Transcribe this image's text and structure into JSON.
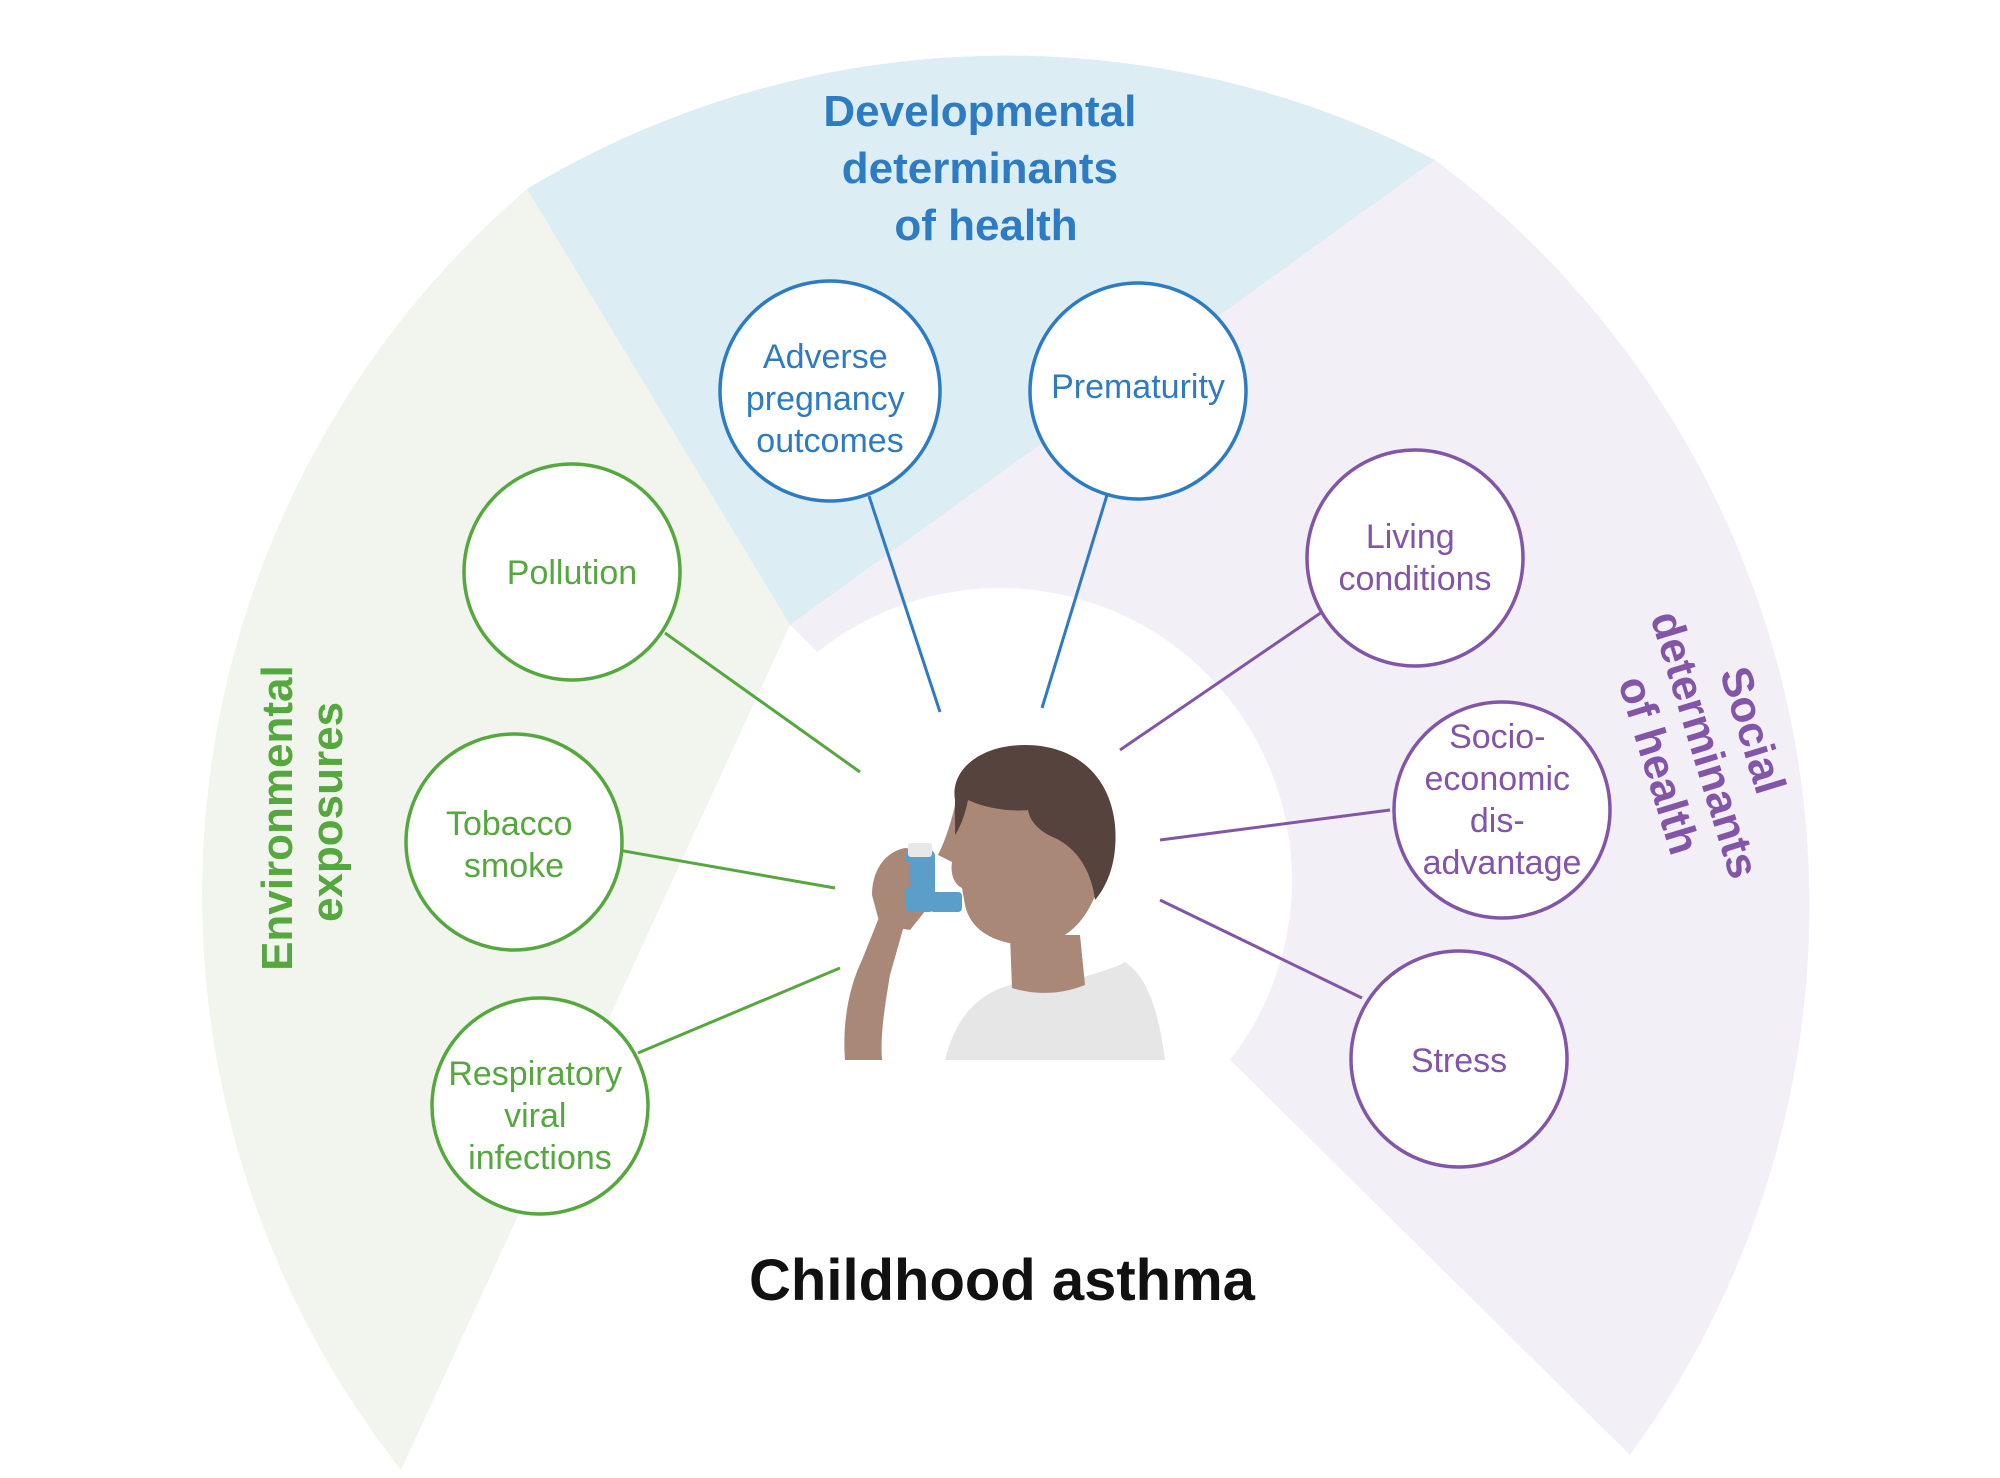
{
  "diagram": {
    "title": "Childhood asthma",
    "categories": [
      {
        "id": "environmental",
        "title_lines": [
          "Environmental",
          "exposures"
        ],
        "color": "#55a83d",
        "bg": "#f1f5ed",
        "nodes": [
          {
            "lines": [
              "Pollution"
            ]
          },
          {
            "lines": [
              "Tobacco",
              "smoke"
            ]
          },
          {
            "lines": [
              "Respiratory",
              "viral",
              "infections"
            ]
          }
        ]
      },
      {
        "id": "developmental",
        "title_lines": [
          "Developmental",
          "determinants",
          "of health"
        ],
        "color": "#2d7bc3",
        "bg": "#dcedf3",
        "nodes": [
          {
            "lines": [
              "Adverse",
              "pregnancy",
              "outcomes"
            ]
          },
          {
            "lines": [
              "Prematurity"
            ]
          }
        ]
      },
      {
        "id": "social",
        "title_lines": [
          "Social",
          "determinants",
          "of health"
        ],
        "color": "#8255a8",
        "bg": "#f2eff7",
        "nodes": [
          {
            "lines": [
              "Living",
              "conditions"
            ]
          },
          {
            "lines": [
              "Socio-",
              "economic",
              "dis-",
              "advantage"
            ]
          },
          {
            "lines": [
              "Stress"
            ]
          }
        ]
      }
    ],
    "center_figure": {
      "icon": "child-with-inhaler-icon",
      "skin": "#a98878",
      "hair": "#57433e",
      "shirt": "#e6e6e6",
      "inhaler": "#5a9ec9"
    }
  }
}
